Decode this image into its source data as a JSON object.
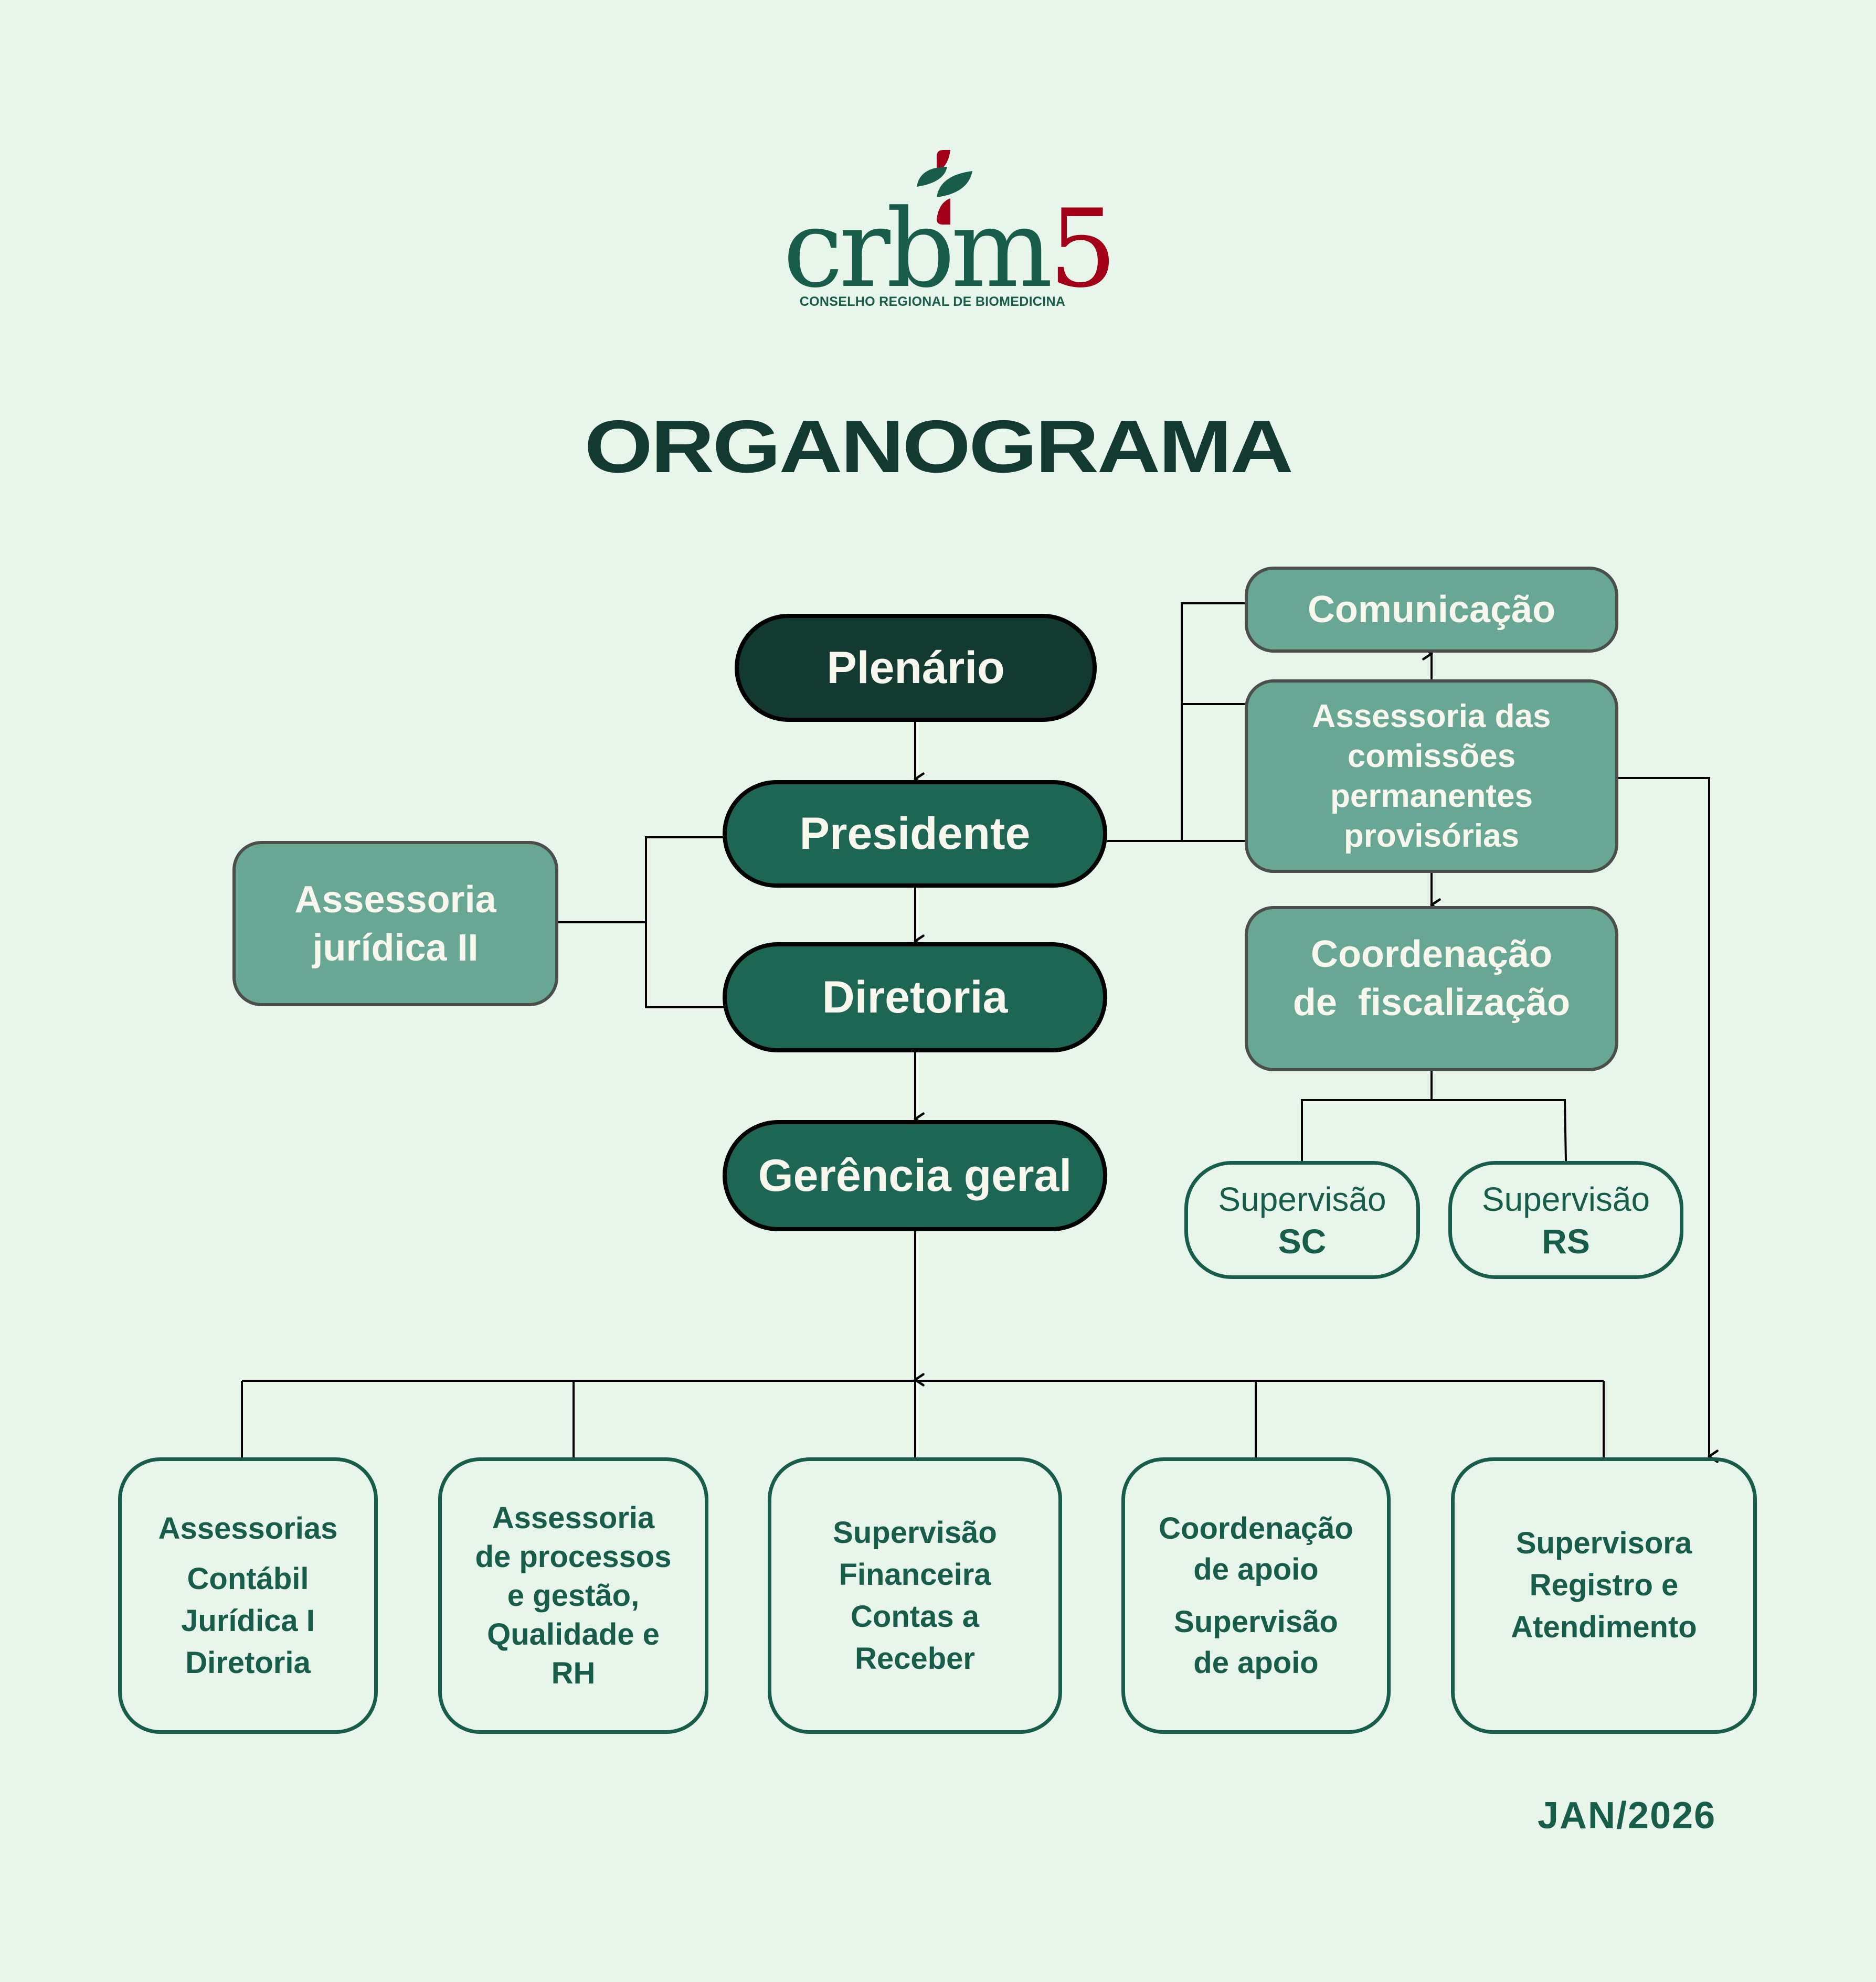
{
  "logo": {
    "wordmark": "crbm",
    "number": "5",
    "subtitle": "CONSELHO REGIONAL DE BIOMEDICINA",
    "icon": "cross-leaf-icon",
    "colors": {
      "green": "#185C4A",
      "red": "#A10018"
    }
  },
  "title": "ORGANOGRAMA",
  "colors": {
    "background": "#E7F5EA",
    "dark_node": "#123A30",
    "mid_node": "#1E6654",
    "soft_node": "#68A794",
    "text_green": "#185C4A",
    "text_light": "#F8F7EE"
  },
  "main_chain": {
    "plenario": "Plenário",
    "presidente": "Presidente",
    "diretoria": "Diretoria",
    "gerencia": "Gerência geral"
  },
  "left_branch": {
    "assessoria_juridica_ii": [
      "Assessoria",
      "jurídica II"
    ]
  },
  "right_branch": {
    "comunicacao": "Comunicação",
    "assessoria_comissoes": [
      "Assessoria das",
      "comissões",
      "permanentes",
      "provisórias"
    ],
    "coordenacao_fiscalizacao": [
      "Coordenação",
      "de  fiscalização"
    ],
    "supervisao_sc": {
      "label": "Supervisão",
      "region": "SC"
    },
    "supervisao_rs": {
      "label": "Supervisão",
      "region": "RS"
    }
  },
  "bottom_units": [
    {
      "lines": [
        "Assessorias",
        "Contábil",
        "Jurídica I",
        "Diretoria"
      ]
    },
    {
      "lines": [
        "Assessoria",
        "de processos",
        "e gestão,",
        "Qualidade e",
        "RH"
      ]
    },
    {
      "lines": [
        "Supervisão",
        "Financeira",
        "Contas a",
        "Receber"
      ]
    },
    {
      "lines": [
        "Coordenação",
        "de apoio",
        "Supervisão",
        "de apoio"
      ]
    },
    {
      "lines": [
        "Supervisora",
        "Registro e",
        "Atendimento"
      ]
    }
  ],
  "date": "JAN/2026"
}
